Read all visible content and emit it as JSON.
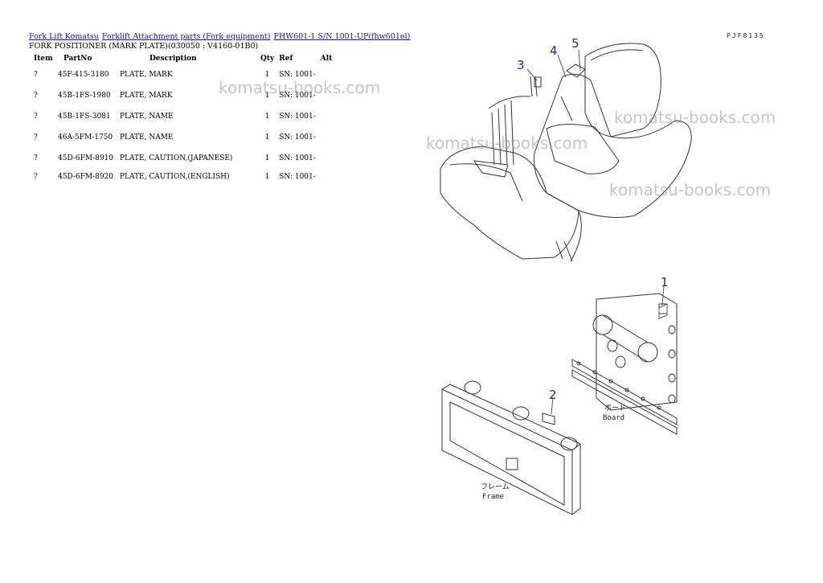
{
  "breadcrumb": [
    {
      "label": "Fork Lift Komatsu"
    },
    {
      "label": "Forklift Attachment parts (Fork equipment)"
    },
    {
      "label": "FHW601-1 S/N 1001-UP(fhw601el)"
    }
  ],
  "subtitle": "FORK POSITIONER (MARK PLATE)(030050 : V4160-01B0)",
  "page_code": "PJF8135",
  "table": {
    "headers": {
      "item": "Item",
      "partno": "PartNo",
      "description": "Description",
      "qty": "Qty",
      "ref": "Ref",
      "alt": "Alt"
    },
    "rows": [
      {
        "item": "?",
        "partno": "45F-415-3180",
        "description": "PLATE, MARK",
        "qty": "1",
        "ref": "SN: 1001-",
        "alt": ""
      },
      {
        "item": "?",
        "partno": "45B-1FS-1980",
        "description": "PLATE, MARK",
        "qty": "1",
        "ref": "SN: 1001-",
        "alt": ""
      },
      {
        "item": "?",
        "partno": "45B-1FS-3081",
        "description": "PLATE, NAME",
        "qty": "1",
        "ref": "SN: 1001-",
        "alt": ""
      },
      {
        "item": "?",
        "partno": "46A-5FM-1750",
        "description": "PLATE, NAME",
        "qty": "1",
        "ref": "SN: 1001-",
        "alt": ""
      },
      {
        "item": "?",
        "partno": "45D-6FM-8910",
        "description": "PLATE, CAUTION,(JAPANESE)",
        "qty": "1",
        "ref": "SN: 1001-",
        "alt": ""
      },
      {
        "item": "?",
        "partno": "45D-6FM-8920",
        "description": "PLATE, CAUTION,(ENGLISH)",
        "qty": "1",
        "ref": "SN: 1001-",
        "alt": ""
      }
    ]
  },
  "watermark": "komatsu-books.com",
  "diagram": {
    "callouts": [
      "1",
      "2",
      "3",
      "4",
      "5"
    ],
    "label_board_jp": "ボード",
    "label_board": "Board",
    "label_frame_jp": "フレーム",
    "label_frame": "Frame"
  },
  "colors": {
    "link": "#1a0dab",
    "callout": "#1b2a9b",
    "watermark": "#969696"
  }
}
